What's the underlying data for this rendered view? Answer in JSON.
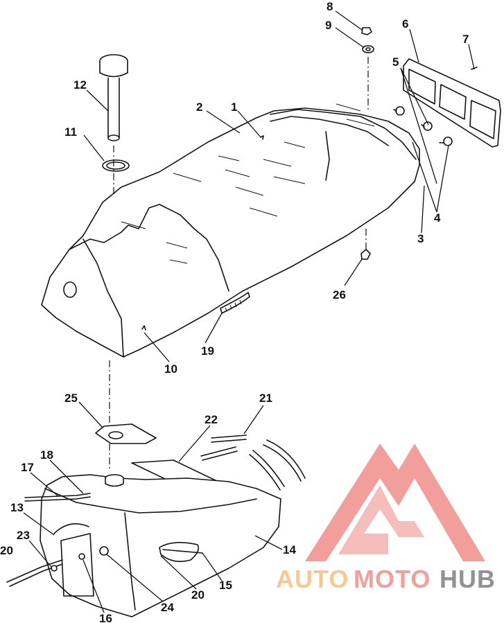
{
  "callouts": [
    {
      "id": "c8",
      "text": "8"
    },
    {
      "id": "c9",
      "text": "9"
    },
    {
      "id": "c6",
      "text": "6"
    },
    {
      "id": "c7",
      "text": "7"
    },
    {
      "id": "c5",
      "text": "5"
    },
    {
      "id": "c12",
      "text": "12"
    },
    {
      "id": "c2",
      "text": "2"
    },
    {
      "id": "c1",
      "text": "1"
    },
    {
      "id": "c11",
      "text": "11"
    },
    {
      "id": "c4",
      "text": "4"
    },
    {
      "id": "c3",
      "text": "3"
    },
    {
      "id": "c26",
      "text": "26"
    },
    {
      "id": "c19",
      "text": "19"
    },
    {
      "id": "c10",
      "text": "10"
    },
    {
      "id": "c25",
      "text": "25"
    },
    {
      "id": "c21",
      "text": "21"
    },
    {
      "id": "c22",
      "text": "22"
    },
    {
      "id": "c18",
      "text": "18"
    },
    {
      "id": "c17",
      "text": "17"
    },
    {
      "id": "c13",
      "text": "13"
    },
    {
      "id": "c23",
      "text": "23"
    },
    {
      "id": "c20a",
      "text": "20"
    },
    {
      "id": "c14",
      "text": "14"
    },
    {
      "id": "c15",
      "text": "15"
    },
    {
      "id": "c20b",
      "text": "20"
    },
    {
      "id": "c24",
      "text": "24"
    },
    {
      "id": "c16",
      "text": "16"
    }
  ],
  "watermark": {
    "part1": "AUTO",
    "part2": "MOTO",
    "part3": "HUB",
    "color_primary": "#f08f8b",
    "color_secondary": "#f6c080",
    "color_tertiary": "#7f7f7f"
  }
}
